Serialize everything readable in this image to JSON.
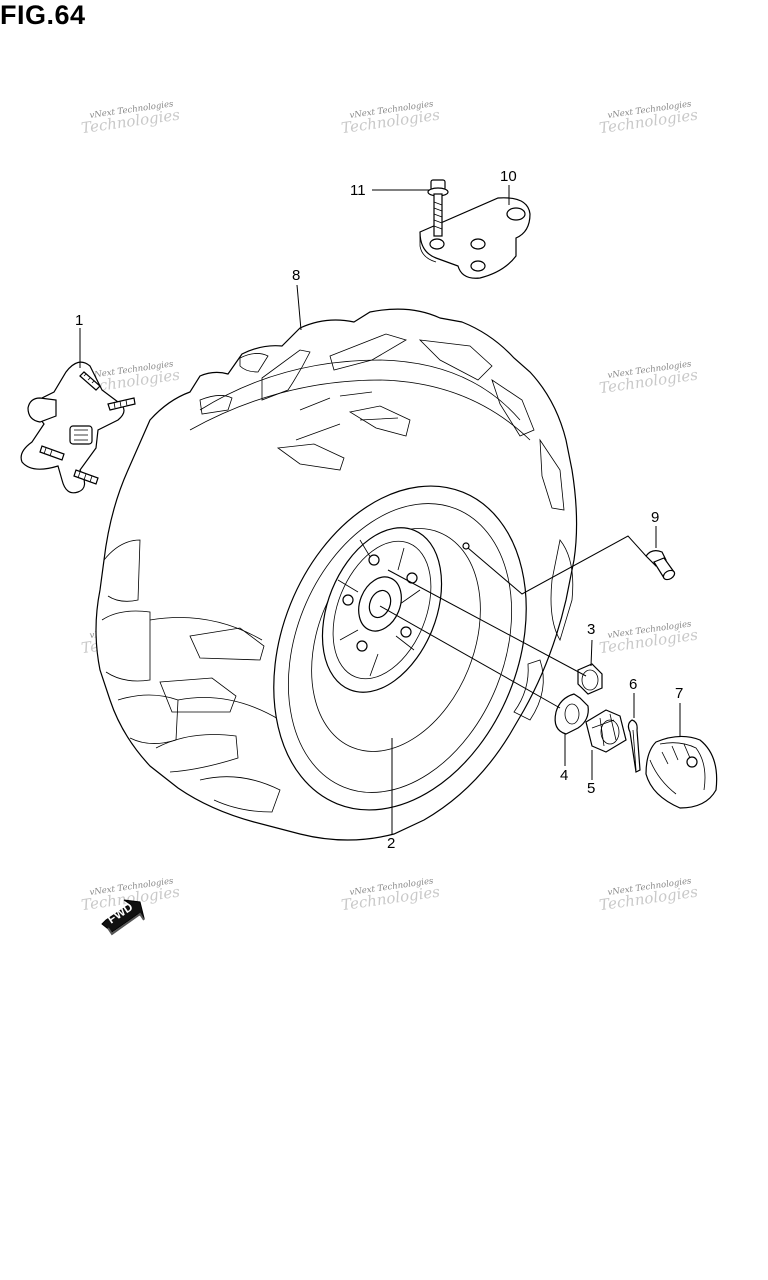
{
  "figure": {
    "title": "FIG.64"
  },
  "watermark": {
    "line1": "vNext Technologies",
    "line2": "Technologies"
  },
  "direction_badge": {
    "label": "FWD"
  },
  "callouts": [
    {
      "id": "1",
      "label": "1"
    },
    {
      "id": "2",
      "label": "2"
    },
    {
      "id": "3",
      "label": "3"
    },
    {
      "id": "4",
      "label": "4"
    },
    {
      "id": "5",
      "label": "5"
    },
    {
      "id": "6",
      "label": "6"
    },
    {
      "id": "7",
      "label": "7"
    },
    {
      "id": "8",
      "label": "8"
    },
    {
      "id": "9",
      "label": "9"
    },
    {
      "id": "10",
      "label": "10"
    },
    {
      "id": "11",
      "label": "11"
    }
  ]
}
